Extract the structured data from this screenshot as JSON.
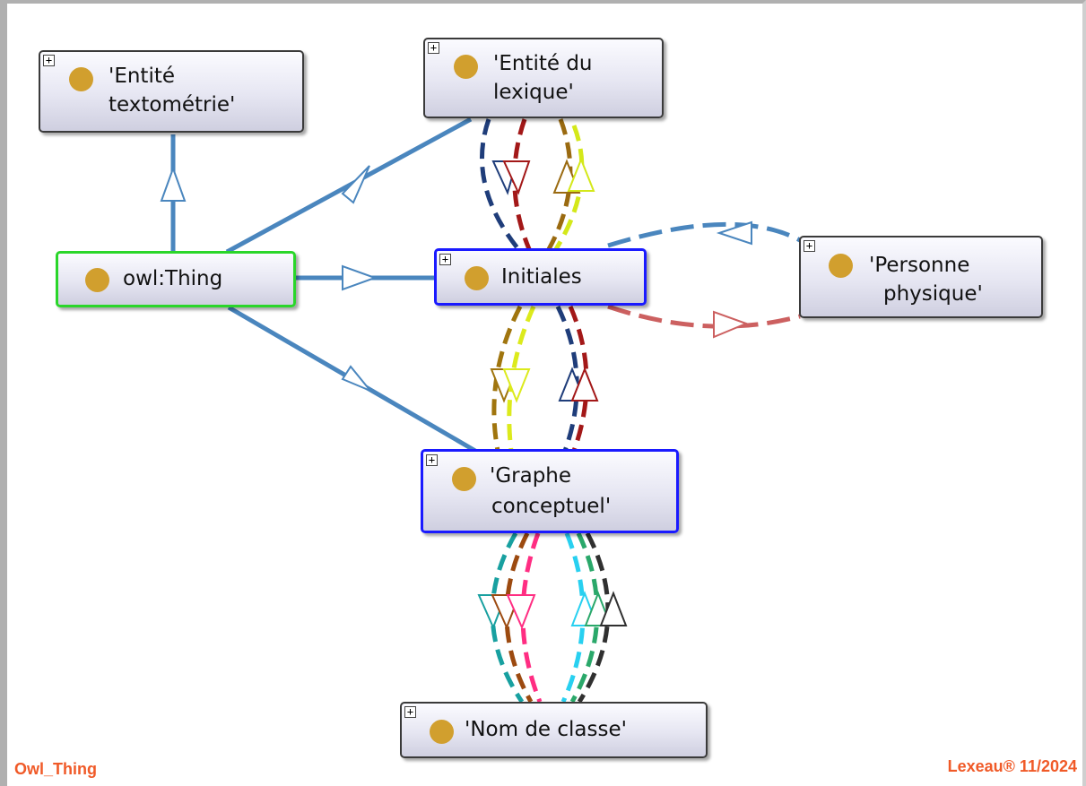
{
  "nodes": {
    "entite_textometrie": {
      "line1": "'Entité",
      "line2": "textométrie'",
      "expand": "+"
    },
    "entite_lexique": {
      "line1": "'Entité du",
      "line2": "lexique'",
      "expand": "+"
    },
    "owl_thing": {
      "label": "owl:Thing"
    },
    "initiales": {
      "label": "Initiales",
      "expand": "+"
    },
    "personne_physique": {
      "line1": "'Personne",
      "line2": "physique'",
      "expand": "+"
    },
    "graphe_conceptuel": {
      "line1": "'Graphe",
      "line2": "conceptuel'",
      "expand": "+"
    },
    "nom_de_classe": {
      "label": "'Nom de classe'",
      "expand": "+"
    }
  },
  "footer": {
    "left": "Owl_Thing",
    "right": "Lexeau® 11/2024"
  },
  "colors": {
    "node_dot": "#d19f2e",
    "selected_border": "#1a1aff",
    "root_border": "#2ad62a",
    "subclass_edge": "#4a86be",
    "caption": "#f05a28"
  }
}
